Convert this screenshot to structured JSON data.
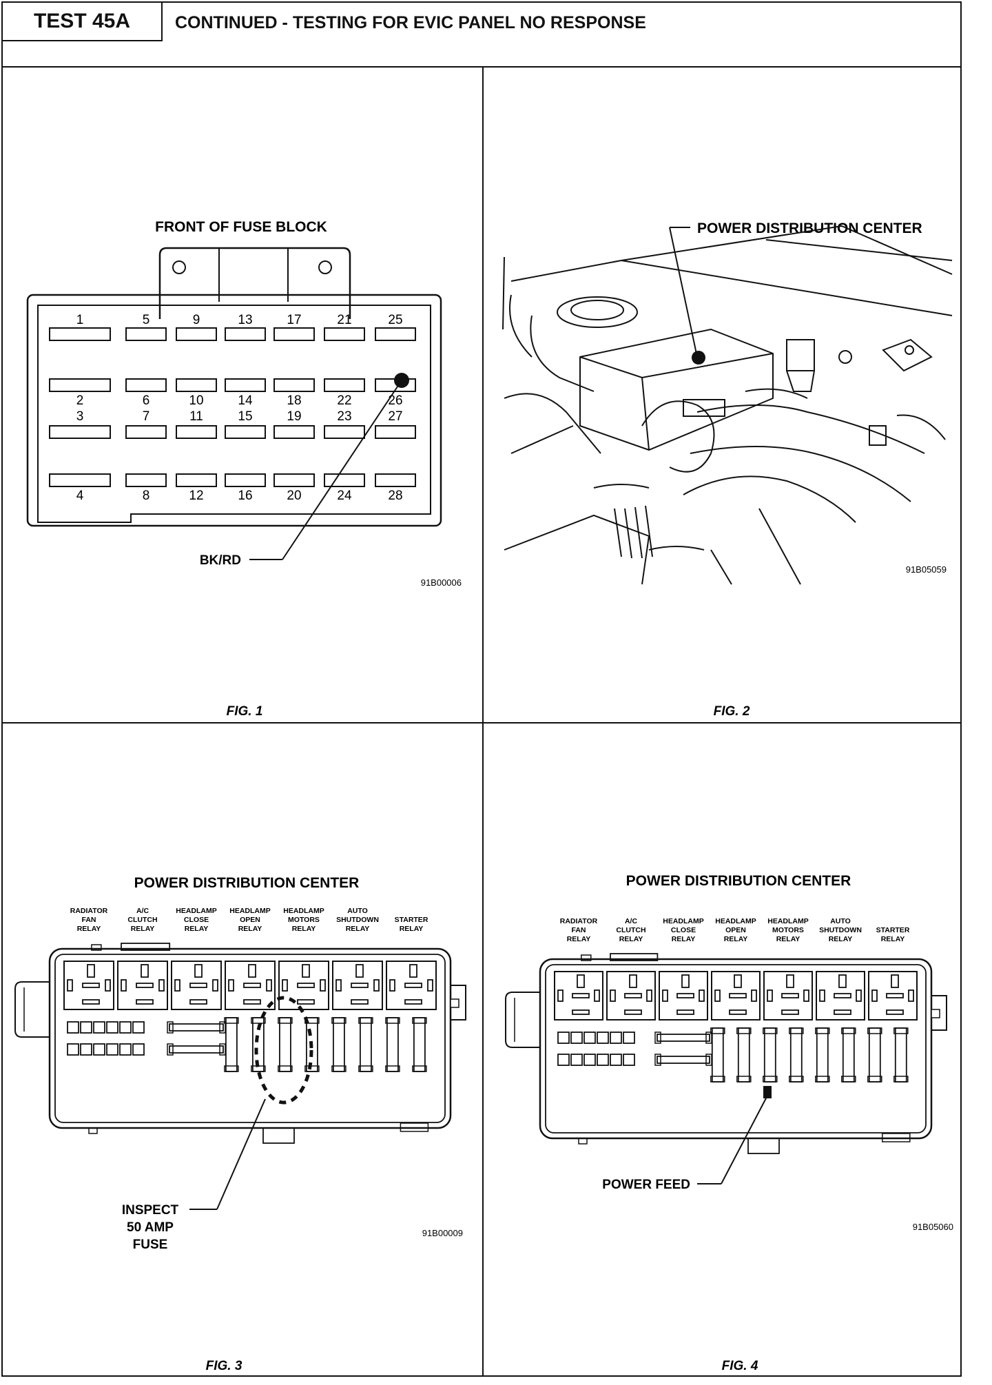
{
  "header": {
    "test_id": "TEST 45A",
    "title": "CONTINUED - TESTING FOR EVIC PANEL NO RESPONSE"
  },
  "fig1": {
    "title": "FRONT OF FUSE BLOCK",
    "top_numbers": [
      "1",
      "5",
      "9",
      "13",
      "17",
      "21",
      "25"
    ],
    "row2_numbers": [
      "2",
      "6",
      "10",
      "14",
      "18",
      "22",
      "26"
    ],
    "row3_numbers": [
      "3",
      "7",
      "11",
      "15",
      "19",
      "23",
      "27"
    ],
    "bottom_numbers": [
      "4",
      "8",
      "12",
      "16",
      "20",
      "24",
      "28"
    ],
    "callout": "BK/RD",
    "code": "91B00006",
    "caption": "FIG. 1"
  },
  "fig2": {
    "callout": "POWER DISTRIBUTION CENTER",
    "code": "91B05059",
    "caption": "FIG. 2"
  },
  "fig3": {
    "title": "POWER DISTRIBUTION CENTER",
    "relays": [
      [
        "RADIATOR",
        "FAN",
        "RELAY"
      ],
      [
        "A/C",
        "CLUTCH",
        "RELAY"
      ],
      [
        "HEADLAMP",
        "CLOSE",
        "RELAY"
      ],
      [
        "HEADLAMP",
        "OPEN",
        "RELAY"
      ],
      [
        "HEADLAMP",
        "MOTORS",
        "RELAY"
      ],
      [
        "AUTO",
        "SHUTDOWN",
        "RELAY"
      ],
      [
        "STARTER",
        "RELAY"
      ]
    ],
    "callout": [
      "INSPECT",
      "50 AMP",
      "FUSE"
    ],
    "code": "91B00009",
    "caption": "FIG. 3"
  },
  "fig4": {
    "title": "POWER DISTRIBUTION CENTER",
    "relays": [
      [
        "RADIATOR",
        "FAN",
        "RELAY"
      ],
      [
        "A/C",
        "CLUTCH",
        "RELAY"
      ],
      [
        "HEADLAMP",
        "CLOSE",
        "RELAY"
      ],
      [
        "HEADLAMP",
        "OPEN",
        "RELAY"
      ],
      [
        "HEADLAMP",
        "MOTORS",
        "RELAY"
      ],
      [
        "AUTO",
        "SHUTDOWN",
        "RELAY"
      ],
      [
        "STARTER",
        "RELAY"
      ]
    ],
    "callout": "POWER FEED",
    "code": "91B05060",
    "caption": "FIG. 4"
  }
}
